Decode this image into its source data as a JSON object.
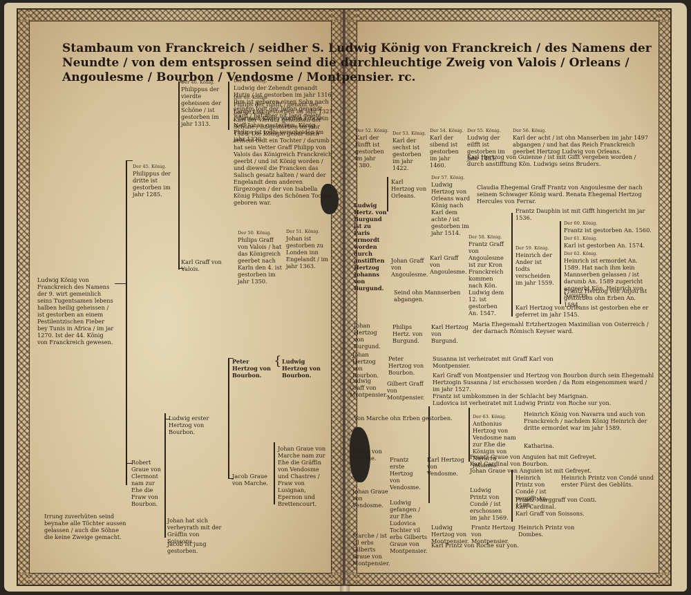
{
  "title": "Stambaum von Franckreich / seidher S. Ludwig König von Franckreich / des Namens der Neundte / von dem entsprossen seind die durchleuchtige Zweig von Valois / Orleans / Angoulesme / Bourbon / Vendosme / Montpensier. rc.",
  "notes": {
    "root": "Ludwig König von Franckreich des Namens der 9. wirt gemeinlich seins Tugentsamen lebens halben heilig geheissen / ist gestorben an einem Pestilentzischen Fieber bey Tunis in Africa / im jar 1270. Ist der 44. König von Franckreich gewesen.",
    "footer_left": "Irrung zuverhüten seind beynahe alle Töchter aussen gelassen / auch die Söhne die keine Zweige gemacht.",
    "philipp3_ord": "Der 45. König.",
    "philipp3": "Philippus der dritte ist gestorben im jahr 1285.",
    "philipp4_ord": "Der 46. König.",
    "philipp4": "Philippus der vierdte geheissen der Schöne / ist gestorben im jahr 1313.",
    "ludwig10_ord": "Der 47. König.",
    "ludwig10": "Ludwig der Zehendt genandt Hutin / ist gestorben im jahr 1316. Ihm ist geboren einen Sohn nach seinem todt der Johan genandt ward / hat aber nit lang gelebt.",
    "philipp5_ord": "Der 48. König.",
    "philipp5": "Philips der fünfft / genant der Lange / ist gestorben im jahr 1321 / darnach König worden / da sein Neff Johan gestorben. König Philips ist todts verscheiden im jahr 1320.",
    "karl4_ord": "Der 49. König.",
    "karl4": "Karl der vierdt / geheissen der Schöne / ist gestorben im jahr 1328. Die Königin gebar nach seinem todt ein Tochter / darumb hat sein Vetter Graff Philipp von Valois das Königreich Franckreich geerbt / und ist König worden / und dieweil die Francken das Salisch gesatz halten / ward der Engelandt dem anderen fürgezogen / der von Isabella König Philips des Schönen Tochter geboren war.",
    "karl_valois": "Karl Graff von Valois.",
    "philipp6_ord": "Der 50. König.",
    "philipp6": "Philips Graff von Valois / hat das Königreich geerbet nach Karln den 4. ist gestorben im jahr 1350.",
    "johann_ord": "Der 51. König.",
    "johann": "Johan ist gestorben zu Londen inn Engelandt / im jahr 1363.",
    "karl5_ord": "Der 52. König.",
    "karl5": "Karl der fünfft ist gestorben im jahr 1380.",
    "karl6_ord": "Der 53. König.",
    "karl6": "Karl der sechst ist gestorben im jahr 1422.",
    "karl7_ord": "Der 54. König.",
    "karl7": "Karl der sibend ist gestorben im jahr 1460.",
    "ludwig11_ord": "Der 55. König.",
    "ludwig11": "Ludwig der eilfft ist gestorben im jahr 1483.",
    "karl8_ord": "Der 56. König.",
    "karl8": "Karl der acht / ist ohn Manserben im jahr 1497 abgangen / und hat das Reich Franckreich geerbet Hertzog Ludwig von Orleans.",
    "karl_guienne": "Karl Hertzog von Guienne / ist mit Gifft vergeben worden / durch anstifftung Kön. Ludwigs seins Bruders.",
    "ludwig_orleans": "Ludwig Hertz. von Burgund ist zu Paris ermordt worden durch anstifften Hertzog Johanns von Burgund.",
    "karl_orleans": "Karl Hertzog von Orleans.",
    "ludwig12_ord": "Der 57. König.",
    "ludwig12": "Ludwig Hertzog von Orleans ward König nach Karl dem achte / ist gestorben im jahr 1514.",
    "claudia": "Claudia Ehegemal Graff Frantz von Angoulesme der nach seinem Schwager König ward. Renata Ehegemal Hertzog Hercules von Ferrar.",
    "johann_angouleme": "Johan Graff von Angoulesme.",
    "karl_angouleme": "Karl Graff von Angoulesme.",
    "franz1_ord": "Der 58. König.",
    "franz1": "Frantz Graff von Angoulesme ist zur Kron Franckreich kommen nach Kön. Ludwig dem 12. ist gestorben An. 1547.",
    "dauphin": "Frantz Dauphin ist mit Gifft hingericht im jar 1536.",
    "heinrich2_ord": "Der 59. König.",
    "heinrich2": "Heinrich der Ander ist todts verscheiden im jahr 1559.",
    "franz2_ord": "Der 60. König.",
    "franz2": "Frantz ist gestorben An. 1560.",
    "karl9_ord": "Der 61. König.",
    "karl9": "Karl ist gestorben An. 1574.",
    "heinrich3_ord": "Der 62. König.",
    "heinrich3": "Heinrich ist ermordet An. 1589. Hat nach ihm kein Mannserben gelassen / ist darumb An. 1589 zugericht angeerbt Kön. Heinrich von Navarra.",
    "franz_anjou": "Frantz Hertzog von Anjou ist gestorben ohn Erben An. 1584.",
    "karl_orleans2": "Karl Hertzog von Orleans ist gestorben ehe er geferret im jahr 1545.",
    "stirbt_aus": "Seind ohn Mannserben abgangen.",
    "johann_burgund": "Johan Hertzog von Burgund.",
    "philipp_burgund": "Philips Hertz. von Burgund.",
    "karl_burgund": "Karl Hertzog von Burgund.",
    "maria": "Maria Ehegemahl Ertzhertzogen Maximilian von Osterreich / der darnach Römisch Keyser ward.",
    "peter_bourbon": "Peter Hertzog von Bourbon.",
    "ludwig_bourbon": "Ludwig Hertzog von Bourbon.",
    "johann_bourbon": "Johan Hertzog von Bourbon.",
    "peter_bourbon2": "Peter Hertzog von Bourbon.",
    "susanna": "Susanna ist verheiratet mit Graff Karl von Montpensier.",
    "karl_montpensier": "Karl Graff von Montpensier und Hertzog von Bourbon durch sein Ehegemahl Hertzogin Susanna / ist erschossen worden / da Rom eingenommen ward / im jahr 1527.",
    "franz_marignan": "Frantz ist umbkommen in der Schlacht bey Marignan.",
    "louise": "Ludovica ist verheiratet mit Ludwig Printz von Roche sur yon.",
    "ludwig_montpensier": "Ludwig Graff von Montpensier.",
    "gilbert": "Gilbert Graff von Montpensier.",
    "marche_ohn": "Von Marche ohn Erben gestorben.",
    "ludwig1_bourbon": "Ludwig erster Hertzog von Bourbon.",
    "robert": "Robert Graue von Clermont nam zur Ehe die Fraw von Bourbon.",
    "jacob_marche": "Jacob Graue von Marche.",
    "johann_marche": "Johan Graue von Marche nam zur Ehe die Gräffin von Vendosme und Chastres / Fraw von Lusignan, Epernon und Brettencourt.",
    "johann_soissons": "Johan hat sich verheyrath mit der Gräffin von Soissons.",
    "jacob_jung": "Jacob ist jung gestorben.",
    "franz_vendome": "Frantz erste Hertzog von Vendosme.",
    "karl_vendome": "Karl Hertzog von Vendosme.",
    "johann_vendome": "Johan Graue von Vendosme.",
    "ludwig_gefangen": "Ludwig gefangen / zur Ehe Ludovica Tochter vil erbs Gilberts Graue von Montpensier.",
    "marche_vendome": "Graue von Marche.",
    "antoine_ord": "Der 63. König.",
    "antoine": "Anthonius Hertzog von Vendosme nam zur Ehe die Königin von Navarra Johanna.",
    "heinrich4": "Heinrich König von Navarra und auch von Franckreich / nachdem König Heinrich der dritte ermordet war im jahr 1589.",
    "katharina": "Katharina.",
    "franz_enghien": "Frantz Graue von Anguien hat mit Gefreyet.",
    "karl_cardinal": "Karl Cardinal von Bourbon.",
    "johann_enghien": "Johan Graue von Anguien ist mit Gefreyet.",
    "ludwig_conde": "Ludwig Printz von Condé / ist erschossen im jahr 1569.",
    "heinrich_conde": "Heinrich Printz von Condé / ist vergifft An. 1588.",
    "heinrich_conde2": "Heinrich Printz von Condé unnd erster Fürst des Geblüts.",
    "franz_conti": "Frantz Marggraff von Conti.",
    "karl_cardinal2": "Karl Cardinal.",
    "karl_soissons": "Karl Graff von Soissons.",
    "ludwig_montpensier2": "Ludwig Hertzog von Montpensier.",
    "franz_montpensier": "Frantz Hertzog von Montpensier.",
    "heinrich_dombes": "Heinrich Printz von Dombes.",
    "karl_roche": "Karl Printz von Roche sur yon.",
    "marche_mid": "Marche / ist vil erbs Gilberts Graue von Montpensier."
  }
}
